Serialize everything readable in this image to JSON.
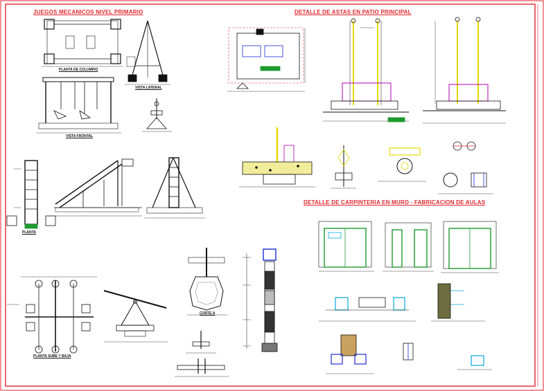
{
  "sheet": {
    "frame_color": "#e3262e",
    "line_color": "#111111",
    "accent_colors": {
      "yellow": "#e6d800",
      "magenta": "#b000b0",
      "green": "#1f9a2e",
      "cyan": "#00a8d6",
      "blue": "#1a2bd6",
      "red": "#e3262e"
    }
  },
  "titles": {
    "juegos": "JUEGOS MECANICOS NIVEL PRIMARIO",
    "astas": "DETALLE DE ASTAS EN PATIO PRINCIPAL",
    "carpinteria": "DETALLE DE CARPINTERIA EN MURO - FABRICACION DE AULAS"
  },
  "labels": {
    "planta_columpio": "PLANTA DE COLUMPIO",
    "vista_lateral": "VISTA LATERAL",
    "vista_frontal": "VISTA FRONTAL",
    "planta_sube_baja": "PLANTA SUBE Y BAJA",
    "corte_a": "CORTE A",
    "planta": "PLANTA"
  }
}
